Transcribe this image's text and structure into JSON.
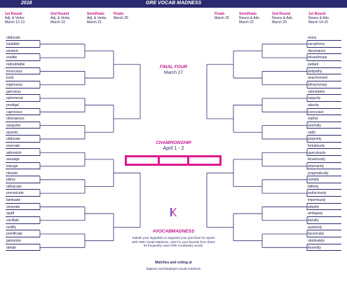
{
  "header": {
    "year": "2018",
    "title": "GRE VOCAB MADNESS"
  },
  "rounds_left": [
    {
      "title": "1st Round",
      "sub": "Adj. & Verbs",
      "date": "March 12-13"
    },
    {
      "title": "2nd Round",
      "sub": "Adj. & Verbs",
      "date": "March 19"
    },
    {
      "title": "Semifinals",
      "sub": "Adj. & Verbs",
      "date": "March 21"
    },
    {
      "title": "Finals",
      "sub": "",
      "date": "March 26"
    }
  ],
  "rounds_right": [
    {
      "title": "Finals",
      "sub": "",
      "date": "March 26"
    },
    {
      "title": "Semifinals",
      "sub": "Nouns & Adv.",
      "date": "March 22"
    },
    {
      "title": "2nd Round",
      "sub": "Nouns & Adv.",
      "date": "March 20"
    },
    {
      "title": "1st Round",
      "sub": "Nouns & Adv.",
      "date": "March 14-15"
    }
  ],
  "left_words": [
    "obdurate",
    "laudable",
    "esoteric",
    "erudite",
    "redoubtable",
    "innocuous",
    "lucid",
    "ingenuous",
    "garrulous",
    "ephemeral",
    "prodigal",
    "capricious",
    "obsequious",
    "sanguine",
    "quixotic",
    "obdurate",
    "enervate",
    "admonish",
    "assuage",
    "impugn",
    "obviate",
    "pillory",
    "obfuscate",
    "prevaricate",
    "lambaste",
    "venerate",
    "quaff",
    "vacillate",
    "mollify",
    "pontificate",
    "galvanize",
    "deride"
  ],
  "right_words": [
    "ennui",
    "cacophony",
    "dissonance",
    "misanthrope",
    "pedant",
    "antipathy",
    "anachronism",
    "idiosyncrasy",
    "ostentation",
    "sagacity",
    "alacrity",
    "iconoclast",
    "zephyr",
    "anomaly",
    "nadir",
    "propriety",
    "fortuitously",
    "querulously",
    "tenaciously",
    "adamantly",
    "pragmatically",
    "ruefully",
    "blithely",
    "audaciously",
    "imperiously",
    "adeptly",
    "ambiguity",
    "banally",
    "austerely",
    "laconically",
    "obstinately",
    "fervently"
  ],
  "final_four": {
    "title": "FINAL FOUR",
    "date": "March 27"
  },
  "championship": {
    "title": "CHAMPIONSHIP",
    "date": "April 1 - 2"
  },
  "footer": {
    "logo": "K",
    "hashtag": "#VOCABMADNESS",
    "blurb": "Satiate your logophilia or augment your penchant for sports with GRE Vocab Madness. Vote for your favorite from these 64 frequently used GRE vocabulary words.",
    "matches": "Matches and voting at",
    "url": "kaptest.com/study/gre-vocab-madness"
  },
  "colors": {
    "navy": "#2b2a6e",
    "magenta": "#e0188f"
  }
}
